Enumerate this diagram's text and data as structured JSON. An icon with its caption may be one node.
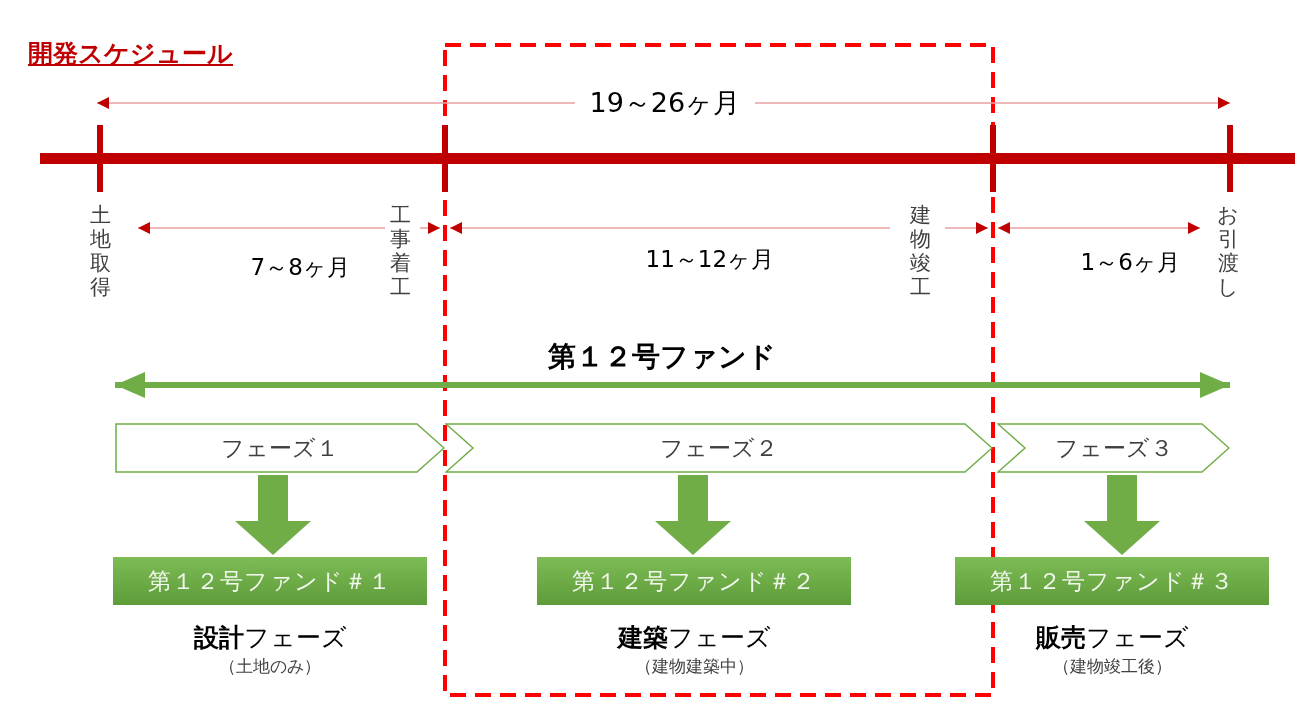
{
  "diagram": {
    "title": "開発スケジュール",
    "nodes": [
      {
        "text": [
          "フェーズ１"
        ]
      },
      {
        "text": [
          "フェーズ２"
        ]
      },
      {
        "text": [
          "フェーズ３"
        ]
      },
      {
        "text": [
          "第１２号ファンド＃１"
        ],
        "beside": [
          "**設計**フェーズ",
          "（土地のみ）"
        ]
      },
      {
        "text": [
          "第１２号ファンド＃２"
        ],
        "beside": [
          "**建築**フェーズ",
          "（建物建築中）"
        ]
      },
      {
        "text": [
          "第１２号ファンド＃３"
        ],
        "beside": [
          "**販売**フェーズ",
          "（建物竣工後）"
        ]
      }
    ],
    "edges": [
      {
        "from": 0,
        "to": 3,
        "arrow": "to"
      },
      {
        "from": 1,
        "to": 4,
        "arrow": "to"
      },
      {
        "from": 2,
        "to": 5,
        "arrow": "to"
      }
    ],
    "labels": [
      "19～26ヶ月",
      "土地取得",
      "工事着工",
      "7～8ヶ月",
      "建物竣工",
      "11～12ヶ月",
      "1～6ヶ月",
      "お引渡し",
      "第１２号ファンド"
    ]
  }
}
